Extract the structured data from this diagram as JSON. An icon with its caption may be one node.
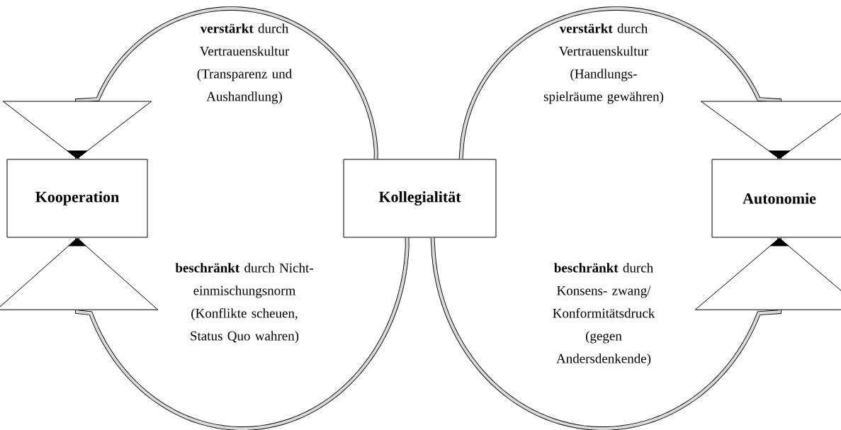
{
  "diagram": {
    "nodes": [
      {
        "text": [
          "Kooperation"
        ]
      },
      {
        "text": [
          "Kollegialität"
        ]
      },
      {
        "text": [
          "Autonomie"
        ]
      }
    ],
    "edges": [
      {
        "from": 1,
        "to": 0,
        "arrow": "to",
        "label": "**verstärkt** durch Vertrauenskultur (Transparenz und Aushandlung)"
      },
      {
        "from": 1,
        "to": 2,
        "arrow": "to",
        "label": "**verstärkt** durch Vertrauenskultur (Handlungs- spielräume gewähren)"
      },
      {
        "from": 1,
        "to": 0,
        "arrow": "to",
        "label": "**beschränkt** durch Nicht- einmischungsnorm (Konflikte scheuen, Status Quo wahren)"
      },
      {
        "from": 1,
        "to": 2,
        "arrow": "to",
        "label": "**beschränkt** durch Konsens- zwang/ Konformitätsdruck (gegen Andersdenkende)"
      }
    ]
  }
}
